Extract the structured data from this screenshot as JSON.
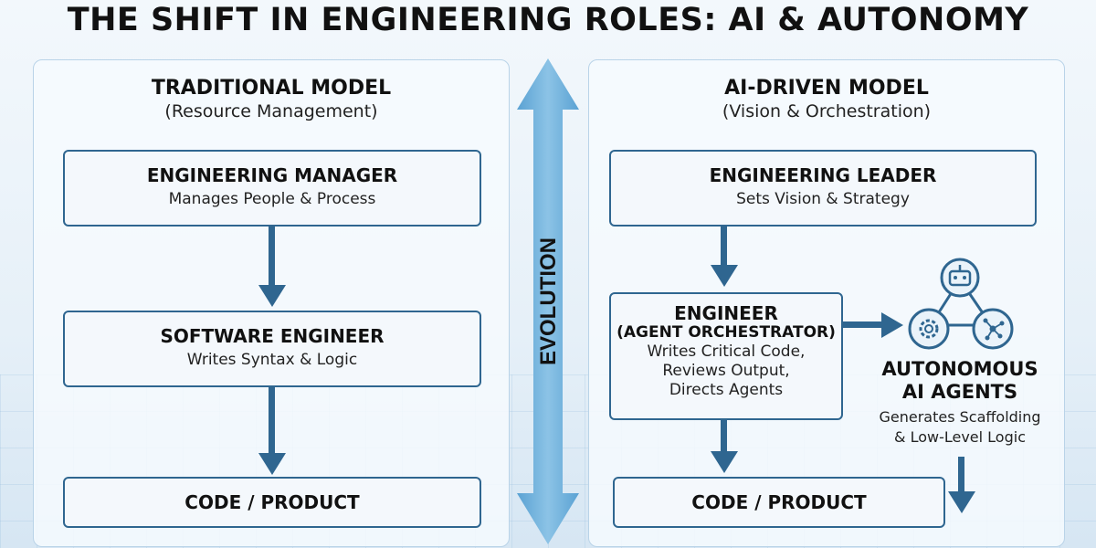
{
  "title": "THE SHIFT IN ENGINEERING ROLES: AI & AUTONOMY",
  "center_label": "EVOLUTION",
  "left": {
    "heading": "TRADITIONAL MODEL",
    "subheading": "(Resource Management)",
    "boxes": [
      {
        "title": "ENGINEERING MANAGER",
        "subtitle": "Manages People & Process"
      },
      {
        "title": "SOFTWARE ENGINEER",
        "subtitle": "Writes Syntax & Logic"
      },
      {
        "title": "CODE / PRODUCT"
      }
    ]
  },
  "right": {
    "heading": "AI-DRIVEN MODEL",
    "subheading": "(Vision & Orchestration)",
    "leader": {
      "title": "ENGINEERING LEADER",
      "subtitle": "Sets Vision & Strategy"
    },
    "engineer": {
      "title": "ENGINEER",
      "role": "(AGENT ORCHESTRATOR)",
      "lines": [
        "Writes Critical Code,",
        "Reviews Output,",
        "Directs Agents"
      ]
    },
    "agents": {
      "title_lines": [
        "AUTONOMOUS",
        "AI AGENTS"
      ],
      "desc_lines": [
        "Generates Scaffolding",
        "& Low-Level Logic"
      ],
      "icons": [
        "robot-icon",
        "gear-icon",
        "network-icon"
      ]
    },
    "output": {
      "title": "CODE / PRODUCT"
    }
  },
  "colors": {
    "accent": "#2f6690",
    "evolution_arrow": "#6fb0db",
    "border": "#b9d3e8"
  }
}
